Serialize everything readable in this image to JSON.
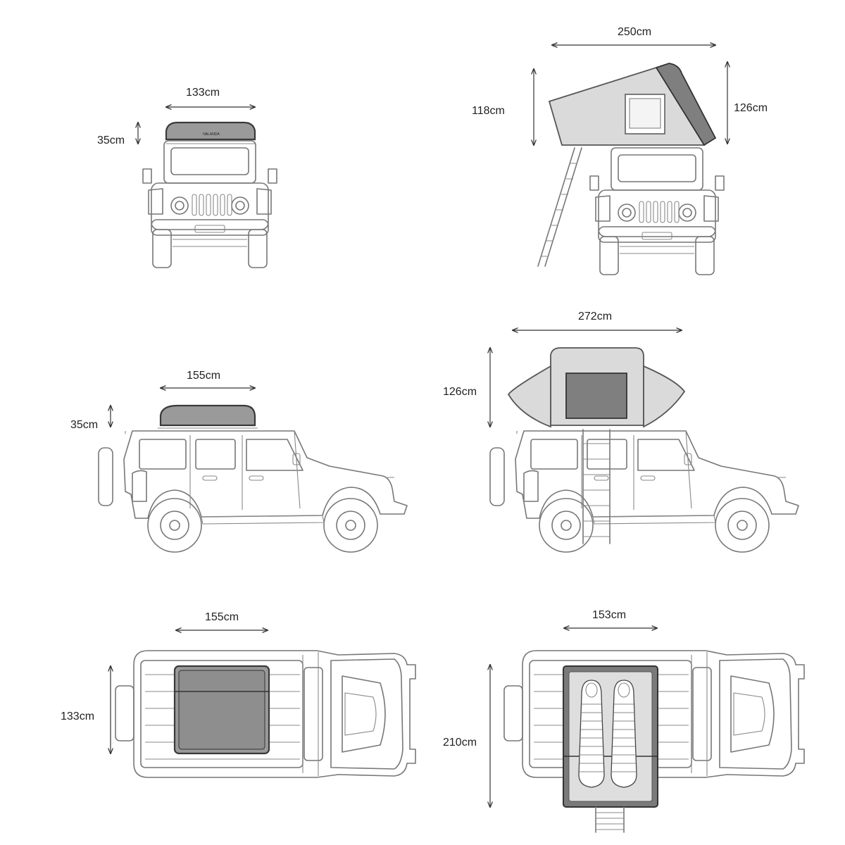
{
  "diagram": {
    "dimensions": {
      "front_closed_width": "133cm",
      "front_closed_height": "35cm",
      "front_open_width": "250cm",
      "front_open_height_left": "118cm",
      "front_open_height_right": "126cm",
      "side_closed_length": "155cm",
      "side_closed_height": "35cm",
      "side_open_length": "272cm",
      "side_open_height": "126cm",
      "top_closed_length": "155cm",
      "top_closed_width": "133cm",
      "top_open_length": "153cm",
      "top_open_width": "210cm"
    }
  }
}
